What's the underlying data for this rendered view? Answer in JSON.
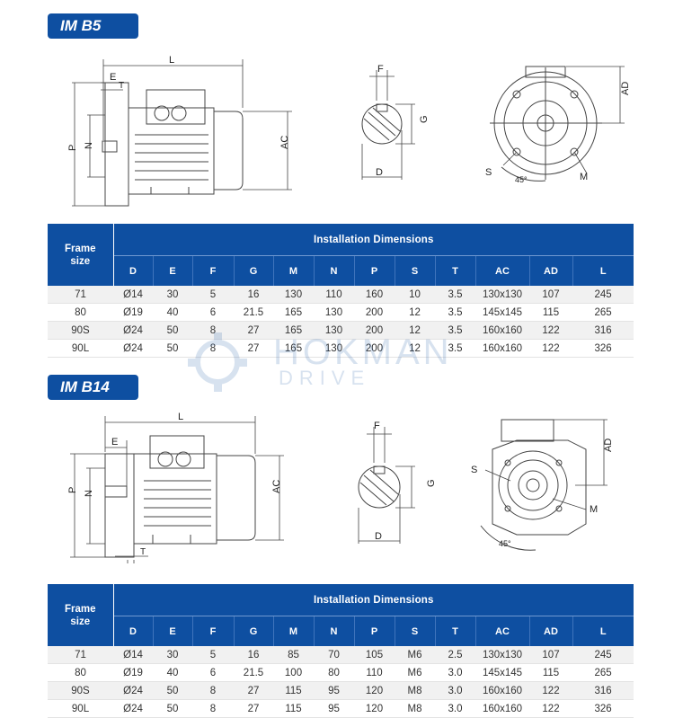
{
  "sections": [
    {
      "title": "IM B5",
      "table": {
        "frame_header_line1": "Frame",
        "frame_header_line2": "size",
        "group_header": "Installation Dimensions",
        "columns": [
          "D",
          "E",
          "F",
          "G",
          "M",
          "N",
          "P",
          "S",
          "T",
          "AC",
          "AD",
          "L"
        ],
        "rows": [
          [
            "71",
            "Ø14",
            "30",
            "5",
            "16",
            "130",
            "110",
            "160",
            "10",
            "3.5",
            "130x130",
            "107",
            "245"
          ],
          [
            "80",
            "Ø19",
            "40",
            "6",
            "21.5",
            "165",
            "130",
            "200",
            "12",
            "3.5",
            "145x145",
            "115",
            "265"
          ],
          [
            "90S",
            "Ø24",
            "50",
            "8",
            "27",
            "165",
            "130",
            "200",
            "12",
            "3.5",
            "160x160",
            "122",
            "316"
          ],
          [
            "90L",
            "Ø24",
            "50",
            "8",
            "27",
            "165",
            "130",
            "200",
            "12",
            "3.5",
            "160x160",
            "122",
            "326"
          ]
        ]
      }
    },
    {
      "title": "IM B14",
      "table": {
        "frame_header_line1": "Frame",
        "frame_header_line2": "size",
        "group_header": "Installation Dimensions",
        "columns": [
          "D",
          "E",
          "F",
          "G",
          "M",
          "N",
          "P",
          "S",
          "T",
          "AC",
          "AD",
          "L"
        ],
        "rows": [
          [
            "71",
            "Ø14",
            "30",
            "5",
            "16",
            "85",
            "70",
            "105",
            "M6",
            "2.5",
            "130x130",
            "107",
            "245"
          ],
          [
            "80",
            "Ø19",
            "40",
            "6",
            "21.5",
            "100",
            "80",
            "110",
            "M6",
            "3.0",
            "145x145",
            "115",
            "265"
          ],
          [
            "90S",
            "Ø24",
            "50",
            "8",
            "27",
            "115",
            "95",
            "120",
            "M8",
            "3.0",
            "160x160",
            "122",
            "316"
          ],
          [
            "90L",
            "Ø24",
            "50",
            "8",
            "27",
            "115",
            "95",
            "120",
            "M8",
            "3.0",
            "160x160",
            "122",
            "326"
          ]
        ]
      }
    }
  ],
  "drawing_labels": {
    "L": "L",
    "E": "E",
    "T": "T",
    "P": "P",
    "N": "N",
    "AC": "AC",
    "F": "F",
    "G": "G",
    "D": "D",
    "AD": "AD",
    "S": "S",
    "M": "M",
    "angle": "45°"
  },
  "watermark": {
    "line1": "HOKMAN",
    "line2": "DRIVE"
  },
  "colors": {
    "accent": "#0e4fa1",
    "row_alt": "#f1f1f1",
    "line": "#444444"
  }
}
